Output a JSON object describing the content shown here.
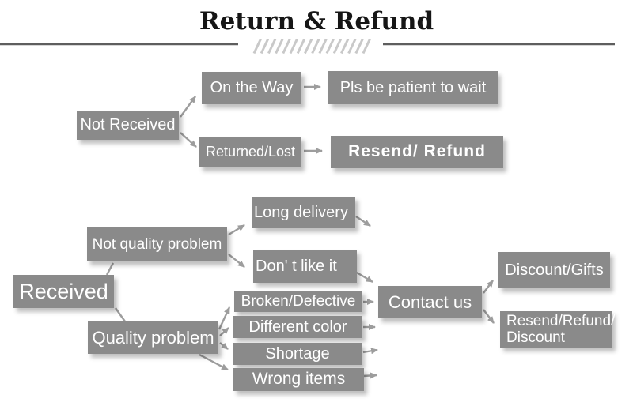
{
  "title": "Return & Refund",
  "colors": {
    "background": "#ffffff",
    "box": "#8a8a8a",
    "box_text": "#ffffff",
    "connector": "#9d9d9d",
    "title_text": "#161616",
    "rule": "#5e5e5e",
    "hatch": "#c9c9c9"
  },
  "nodes": {
    "not_received": "Not Received",
    "on_the_way": "On the Way",
    "pls_wait": "Pls be patient to wait",
    "returned_lost": "Returned/Lost",
    "resend_refund": "Resend/ Refund",
    "received": "Received",
    "not_quality_problem": "Not quality problem",
    "long_delivery": "Long delivery",
    "dont_like_it": "Don' t like it",
    "quality_problem": "Quality problem",
    "broken_defective": "Broken/Defective",
    "different_color": "Different color",
    "shortage": "Shortage",
    "wrong_items": "Wrong items",
    "contact_us": "Contact us",
    "resend_refund_discount_line1": "Resend/Refund/",
    "resend_refund_discount_line2": "Discount",
    "discount_gifts": "Discount/Gifts"
  },
  "edges": [
    {
      "from": "Not Received",
      "to": "On the Way"
    },
    {
      "from": "Not Received",
      "to": "Returned/Lost"
    },
    {
      "from": "On the Way",
      "to": "Pls be patient to wait"
    },
    {
      "from": "Returned/Lost",
      "to": "Resend/ Refund"
    },
    {
      "from": "Received",
      "to": "Not quality problem"
    },
    {
      "from": "Received",
      "to": "Quality problem"
    },
    {
      "from": "Not quality problem",
      "to": "Long delivery"
    },
    {
      "from": "Not quality problem",
      "to": "Don' t like it"
    },
    {
      "from": "Long delivery",
      "to": "Contact us"
    },
    {
      "from": "Don' t like it",
      "to": "Contact us"
    },
    {
      "from": "Quality problem",
      "to": "Broken/Defective"
    },
    {
      "from": "Quality problem",
      "to": "Different color"
    },
    {
      "from": "Quality problem",
      "to": "Shortage"
    },
    {
      "from": "Quality problem",
      "to": "Wrong items"
    },
    {
      "from": "Broken/Defective",
      "to": "Contact us"
    },
    {
      "from": "Different color",
      "to": "Contact us"
    },
    {
      "from": "Shortage",
      "to": "Contact us"
    },
    {
      "from": "Wrong items",
      "to": "Contact us"
    },
    {
      "from": "Contact us",
      "to": "Discount/Gifts"
    },
    {
      "from": "Contact us",
      "to": "Resend/Refund/Discount"
    }
  ]
}
